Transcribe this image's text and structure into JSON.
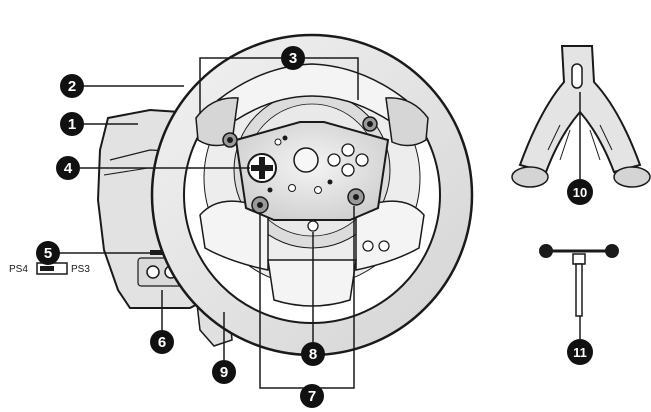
{
  "callouts": [
    {
      "number": "1",
      "target": "base-unit-housing"
    },
    {
      "number": "2",
      "target": "wheel-rim"
    },
    {
      "number": "3",
      "target": "gear-shift-paddles"
    },
    {
      "number": "4",
      "target": "directional-pad"
    },
    {
      "number": "5",
      "target": "led-indicator"
    },
    {
      "number": "6",
      "target": "pedal-connectors"
    },
    {
      "number": "7",
      "target": "left-right-thumb-buttons"
    },
    {
      "number": "8",
      "target": "center-button"
    },
    {
      "number": "9",
      "target": "clamp-screw"
    },
    {
      "number": "10",
      "target": "pedal-bracket"
    },
    {
      "number": "11",
      "target": "mounting-clamp"
    }
  ],
  "mode_switch": {
    "left_label": "PS4",
    "right_label": "PS3"
  },
  "colors": {
    "ink": "#1a1a1a",
    "wheel_fill": "#e8e8e8",
    "badge": "#111111",
    "accent_gray": "#bdbdbd"
  }
}
